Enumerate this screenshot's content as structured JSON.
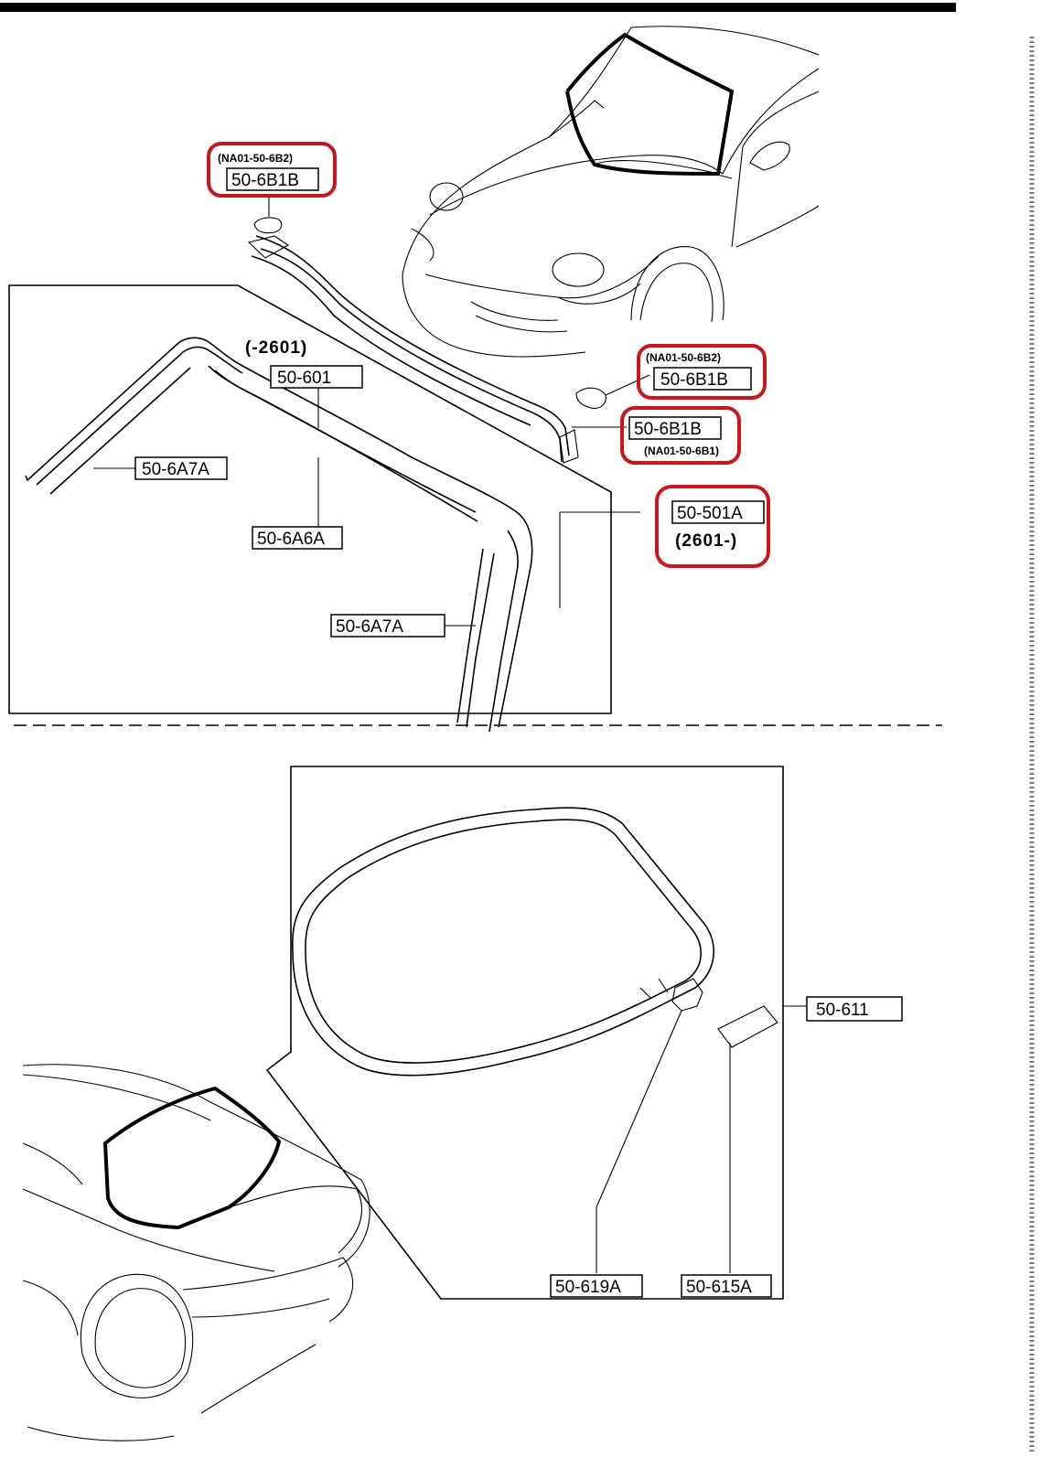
{
  "callouts": {
    "top_left_clip": {
      "alt": "(NA01-50-6B2)",
      "part": "50-6B1B"
    },
    "right_clip_upper": {
      "alt": "(NA01-50-6B2)",
      "part": "50-6B1B"
    },
    "right_clip_lower": {
      "part": "50-6B1B",
      "alt": "(NA01-50-6B1)"
    },
    "molding_kit": {
      "range": "(-2601)",
      "part": "50-601"
    },
    "side_strip_left": {
      "part": "50-6A7A"
    },
    "top_strip": {
      "part": "50-6A6A"
    },
    "side_strip_right": {
      "part": "50-6A7A"
    },
    "new_kit": {
      "part": "50-501A",
      "range": "(2601-)"
    },
    "rear_seal": {
      "part": "50-611"
    },
    "rear_clip": {
      "part": "50-619A"
    },
    "rear_cap": {
      "part": "50-615A"
    }
  },
  "colors": {
    "highlight": "#c8161d",
    "ink": "#000000",
    "paper": "#ffffff"
  }
}
